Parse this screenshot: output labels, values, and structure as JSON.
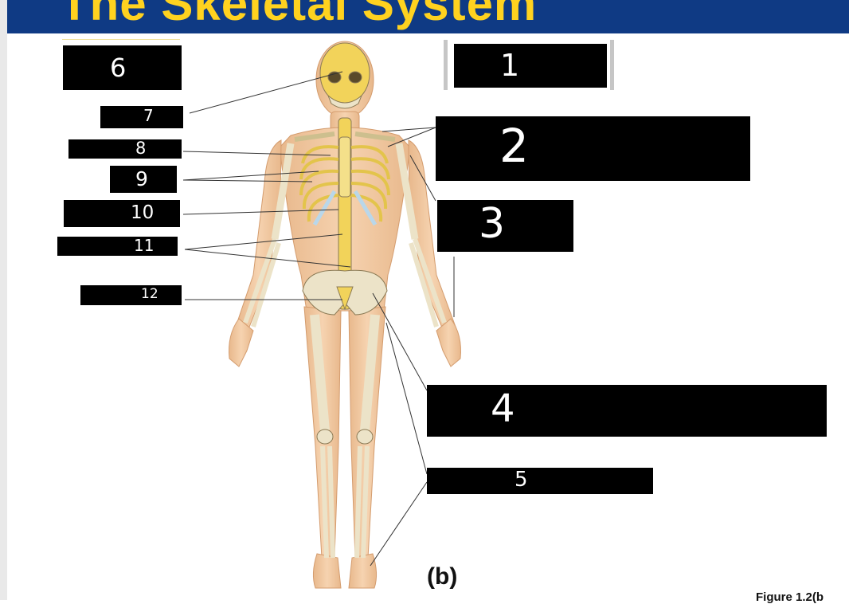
{
  "slide": {
    "title": "The Skeletal System",
    "part_letter": "(b)",
    "figure_caption": "Figure 1.2(b"
  },
  "labels": [
    {
      "id": "label-1",
      "number": "1"
    },
    {
      "id": "label-2",
      "number": "2"
    },
    {
      "id": "label-3",
      "number": "3"
    },
    {
      "id": "label-4",
      "number": "4"
    },
    {
      "id": "label-5",
      "number": "5"
    },
    {
      "id": "label-6",
      "number": "6"
    },
    {
      "id": "label-7",
      "number": "7"
    },
    {
      "id": "label-8",
      "number": "8"
    },
    {
      "id": "label-9",
      "number": "9"
    },
    {
      "id": "label-10",
      "number": "10"
    },
    {
      "id": "label-11",
      "number": "11"
    },
    {
      "id": "label-12",
      "number": "12"
    }
  ],
  "colors": {
    "title_bar": "#0f3a84",
    "title_text": "#ffd21f",
    "skin": "#f2c9a0",
    "bone": "#ece3c8",
    "axial_bone": "#f2d35a",
    "cartilage": "#b9d7ea",
    "label_box": "#000000"
  }
}
